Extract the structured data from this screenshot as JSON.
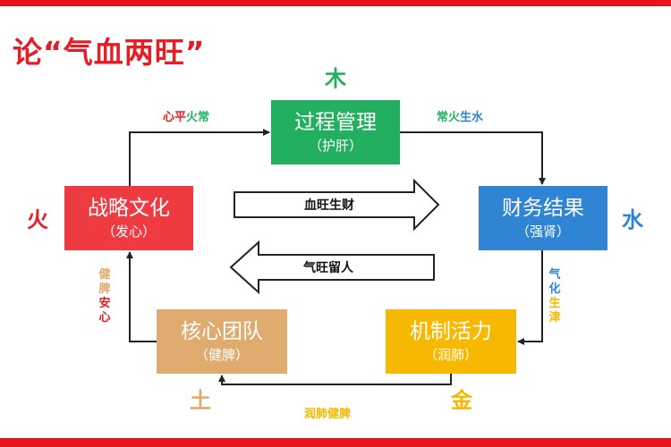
{
  "title": "论“气血两旺”",
  "boxes": {
    "mgmt": {
      "main": "过程管理",
      "sub": "（护肝）"
    },
    "culture": {
      "main": "战略文化",
      "sub": "（发心）"
    },
    "finance": {
      "main": "财务结果",
      "sub": "（强肾）"
    },
    "team": {
      "main": "核心团队",
      "sub": "（健脾）"
    },
    "mech": {
      "main": "机制活力",
      "sub": "（润肺）"
    }
  },
  "elements": {
    "wood": "木",
    "fire": "火",
    "water": "水",
    "earth": "土",
    "metal": "金"
  },
  "labels": {
    "top_left": {
      "a": "心平",
      "b": "火常"
    },
    "top_right": {
      "a": "常火",
      "b": "生水"
    },
    "right_vertical": [
      "气",
      "化",
      "生",
      "津"
    ],
    "left_vertical": [
      "健",
      "脾",
      "安",
      "心"
    ],
    "bottom": "润肺健脾"
  },
  "flows": {
    "forward": "血旺生财",
    "back": "气旺留人"
  },
  "colors": {
    "red": "#e51e25",
    "green": "#22b060",
    "blue": "#2f84d4",
    "tan": "#dfab6e",
    "gold": "#f6b800"
  }
}
